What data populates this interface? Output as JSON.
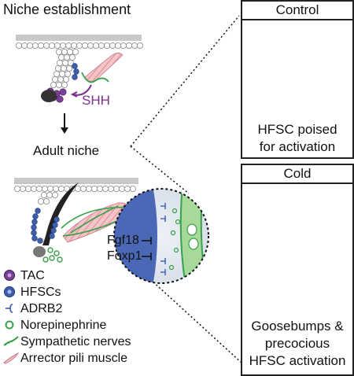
{
  "left": {
    "title_top": "Niche establishment",
    "shh_label": "SHH",
    "title_mid": "Adult niche"
  },
  "zoom": {
    "gene1": "Fgf18",
    "gene2": "Foxp1"
  },
  "panel_control": {
    "title": "Control",
    "caption_line1": "HFSC poised",
    "caption_line2": "for activation"
  },
  "panel_cold": {
    "title": "Cold",
    "caption_line1": "Goosebumps &",
    "caption_line2": "precocious",
    "caption_line3": "HFSC activation"
  },
  "legend": [
    {
      "label": "TAC",
      "icon": "purple-cell-icon"
    },
    {
      "label": "HFSCs",
      "icon": "blue-cell-icon"
    },
    {
      "label": "ADRB2",
      "icon": "receptor-icon"
    },
    {
      "label": "Norepinephrine",
      "icon": "green-circle-icon"
    },
    {
      "label": "Sympathetic nerves",
      "icon": "nerve-icon"
    },
    {
      "label": "Arrector pili muscle",
      "icon": "muscle-icon"
    }
  ],
  "colors": {
    "tac": "#7b3f98",
    "hfsc": "#3d5fb0",
    "nerve": "#3aa04a",
    "muscle": "#e8a0a8",
    "skin": "#bdbdbd",
    "shh": "#7b2f8e",
    "zoom_blue": "#4a68b5"
  }
}
